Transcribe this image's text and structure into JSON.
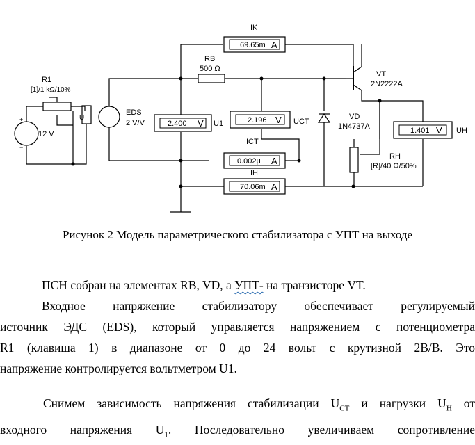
{
  "schematic": {
    "r1": {
      "name": "R1",
      "value": "[1]/1 kΩ/10%"
    },
    "source": {
      "voltage": "12 V"
    },
    "u_label": "U",
    "eds": {
      "name": "EDS",
      "gain": "2 V/V"
    },
    "rb": {
      "name": "RB",
      "value": "500 Ω"
    },
    "vt": {
      "name": "VT",
      "model": "2N2222A"
    },
    "vd": {
      "name": "VD",
      "model": "1N4737A"
    },
    "rh": {
      "name": "RH",
      "value": "[R]/40 Ω/50%"
    },
    "meters": {
      "ik": {
        "label": "IK",
        "value": "69.65m",
        "unit": "A"
      },
      "u1": {
        "label": "U1",
        "value": "2.400",
        "unit": "V"
      },
      "uct": {
        "label": "UCT",
        "value": "2.196",
        "unit": "V"
      },
      "ict": {
        "label": "ICT",
        "value": "0.002μ",
        "unit": "A"
      },
      "uh": {
        "label": "UH",
        "value": "1.401",
        "unit": "V"
      },
      "ih": {
        "label": "IH",
        "value": "70.06m",
        "unit": "A"
      }
    }
  },
  "caption": "Рисунок 2 Модель параметрического стабилизатора с УПТ на выходе",
  "paragraphs": {
    "p1_a": "ПСН собран на элементах RB, VD,  а ",
    "p1_b": "УПТ-",
    "p1_c": " на  транзисторе VT.",
    "p2_l1": "Входное напряжение стабилизатору обеспечивает регулируемый",
    "p2_l2": "источник ЭДС (EDS), который управляется напряжением с потенциометра",
    "p2_l3": "R1 (клавиша 1) в диапазоне от 0 до 24 вольт с крутизной 2В/В. Это",
    "p2_l4": "напряжение контролируется вольтметром U1.",
    "p3_l1": "Снимем зависимость напряжения стабилизации U",
    "p3_sub1": "СТ",
    "p3_l1b": " и  нагрузки U",
    "p3_sub2": "Н",
    "p3_l1c": " от",
    "p4_l1": "входного напряжения U",
    "p4_sub": "1",
    "p4_l1b": ". Последовательно увеличиваем сопротивление"
  }
}
